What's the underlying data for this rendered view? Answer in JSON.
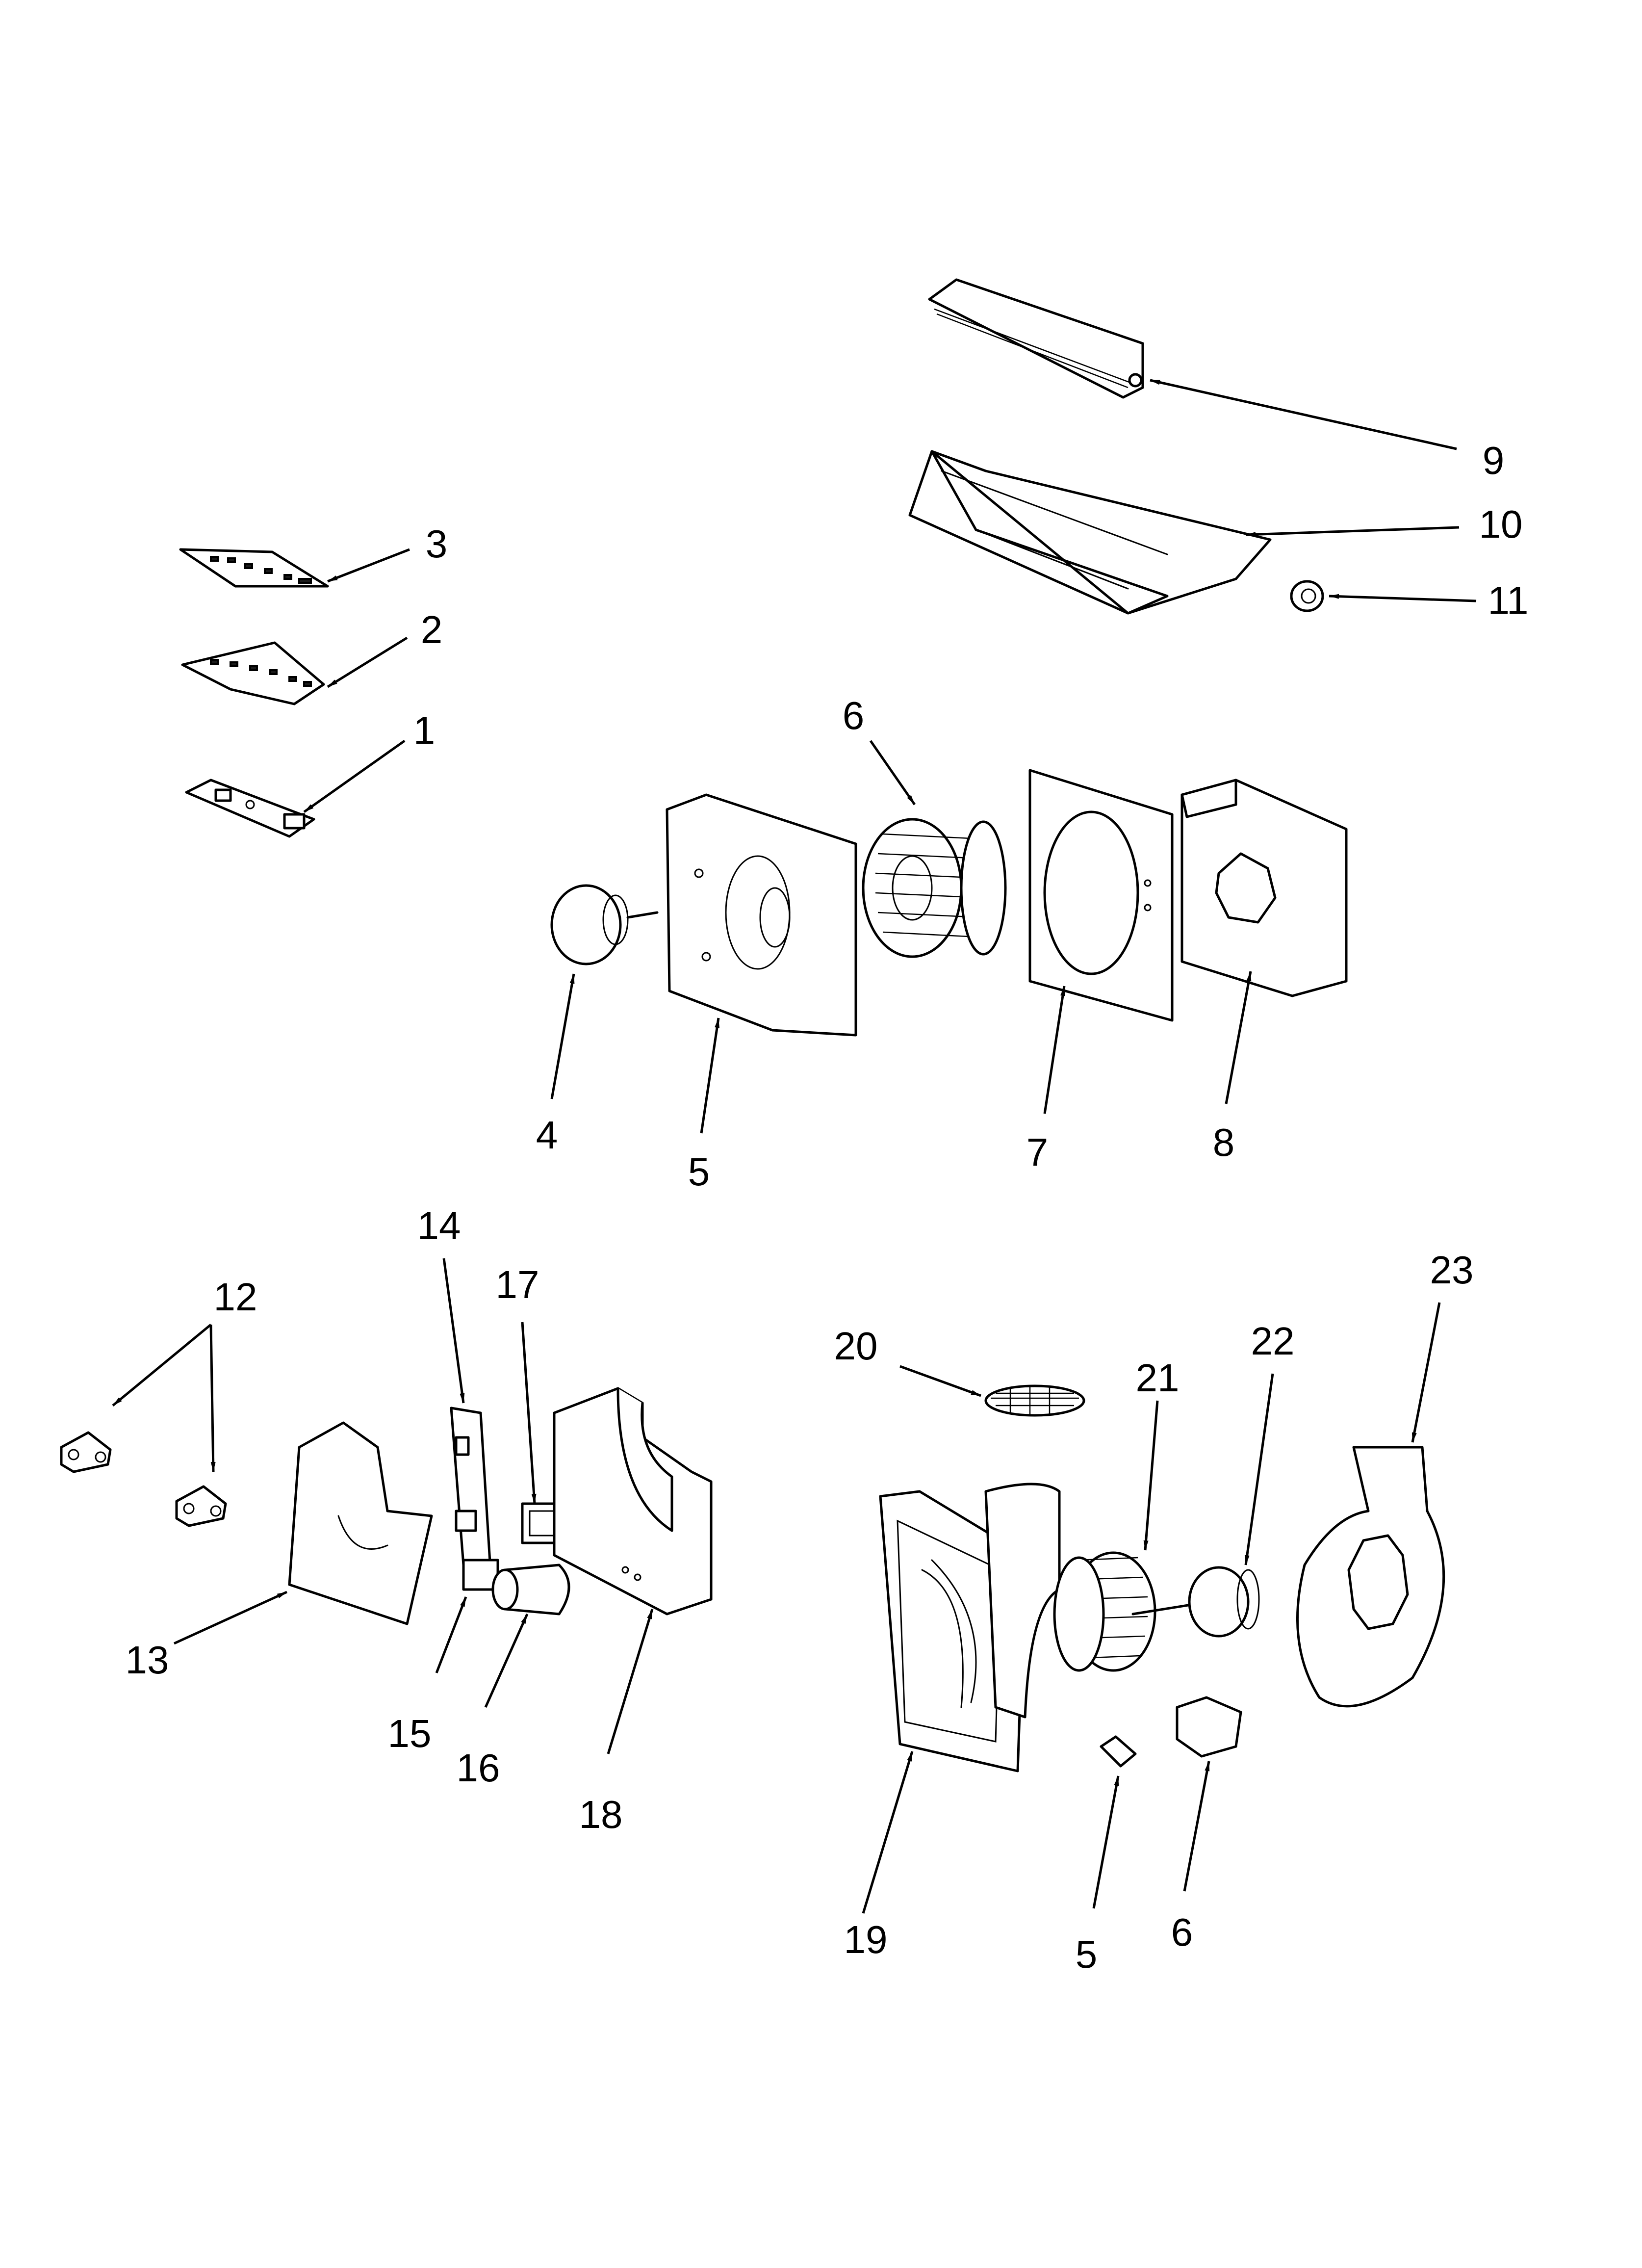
{
  "callouts": [
    {
      "id": "c1",
      "label": "1"
    },
    {
      "id": "c2",
      "label": "2"
    },
    {
      "id": "c3",
      "label": "3"
    },
    {
      "id": "c4",
      "label": "4"
    },
    {
      "id": "c5a",
      "label": "5"
    },
    {
      "id": "c6a",
      "label": "6"
    },
    {
      "id": "c7",
      "label": "7"
    },
    {
      "id": "c8",
      "label": "8"
    },
    {
      "id": "c9",
      "label": "9"
    },
    {
      "id": "c10",
      "label": "10"
    },
    {
      "id": "c11",
      "label": "11"
    },
    {
      "id": "c12",
      "label": "12"
    },
    {
      "id": "c13",
      "label": "13"
    },
    {
      "id": "c14",
      "label": "14"
    },
    {
      "id": "c15",
      "label": "15"
    },
    {
      "id": "c16",
      "label": "16"
    },
    {
      "id": "c17",
      "label": "17"
    },
    {
      "id": "c18",
      "label": "18"
    },
    {
      "id": "c19",
      "label": "19"
    },
    {
      "id": "c20",
      "label": "20"
    },
    {
      "id": "c21",
      "label": "21"
    },
    {
      "id": "c22",
      "label": "22"
    },
    {
      "id": "c23",
      "label": "23"
    },
    {
      "id": "c5b",
      "label": "5"
    },
    {
      "id": "c6b",
      "label": "6"
    }
  ],
  "colors": {
    "line": "#000000",
    "background": "#ffffff"
  }
}
